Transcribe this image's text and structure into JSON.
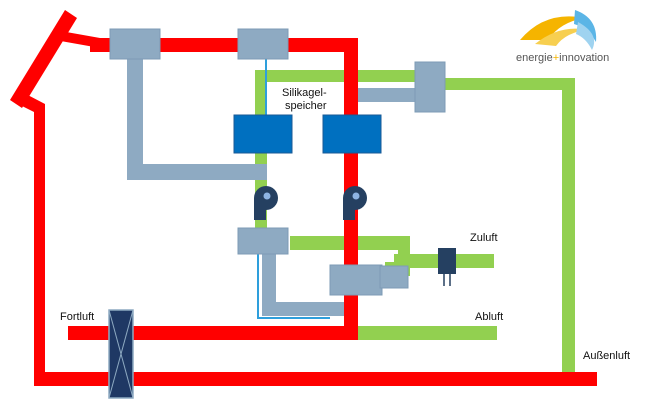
{
  "labels": {
    "storage_line1": "Silikagel-",
    "storage_line2": "speicher",
    "supply": "Zuluft",
    "extract": "Abluft",
    "exhaust": "Fortluft",
    "outdoor": "Außenluft"
  },
  "logo": {
    "part1": "energie",
    "plus": "+",
    "part2": "innovation"
  },
  "colors": {
    "red": "#ff0000",
    "green": "#92d050",
    "greyblue": "#8eaac2",
    "blue": "#0070c0",
    "dark": "#254061",
    "lightblue": "#5bb5e6"
  }
}
